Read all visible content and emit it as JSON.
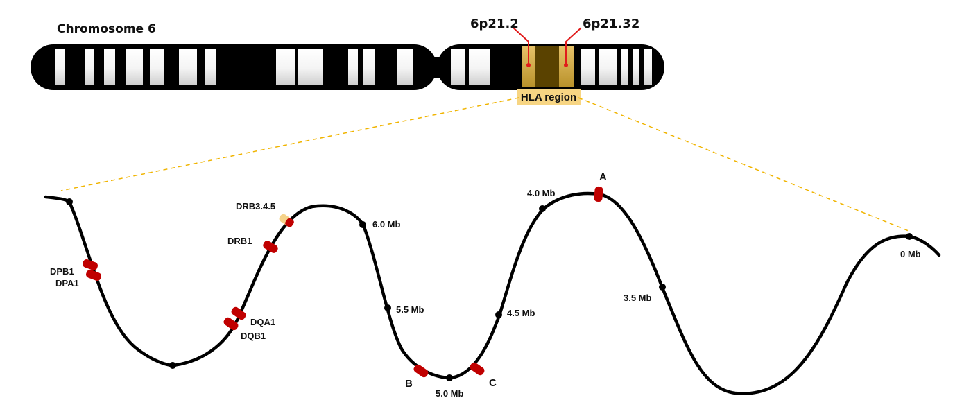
{
  "chromosome": {
    "title": "Chromosome 6",
    "band_labels": [
      "6p21.2",
      "6p21.32"
    ],
    "region_label": "HLA region",
    "colors": {
      "body": "#000000",
      "band": "#ffffff",
      "region": "#c9a227",
      "region_fill": "#f2d99a",
      "marker": "#e11b1b"
    }
  },
  "map": {
    "ticks": [
      {
        "label": "0 Mb"
      },
      {
        "label": "3.5 Mb"
      },
      {
        "label": "4.0 Mb"
      },
      {
        "label": "4.5 Mb"
      },
      {
        "label": "5.0 Mb"
      },
      {
        "label": "5.5 Mb"
      },
      {
        "label": "6.0 Mb"
      }
    ],
    "genes": [
      {
        "name": "A"
      },
      {
        "name": "C"
      },
      {
        "name": "B"
      },
      {
        "name": "DRB3.4.5"
      },
      {
        "name": "DRB1"
      },
      {
        "name": "DQA1"
      },
      {
        "name": "DQB1"
      },
      {
        "name": "DPB1"
      },
      {
        "name": "DPA1"
      }
    ],
    "colors": {
      "line": "#000000",
      "gene": "#c00000",
      "gene_alt": "#f5d38a",
      "connector": "#f0b400"
    }
  }
}
